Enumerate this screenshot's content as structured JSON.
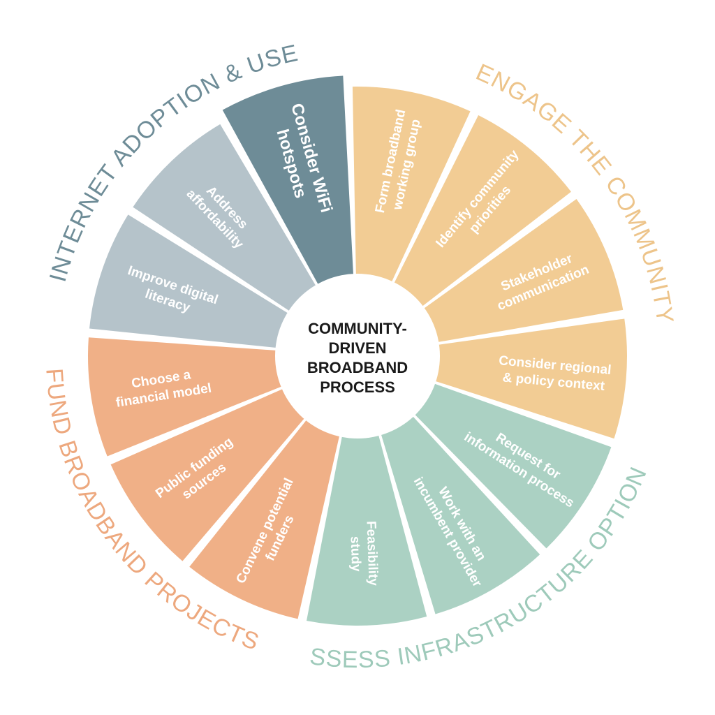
{
  "center": {
    "lines": [
      "COMMUNITY-",
      "DRIVEN",
      "BROADBAND",
      "PROCESS"
    ]
  },
  "sections": [
    {
      "title": "ENGAGE THE COMMUNITY",
      "color": "#F2CC94",
      "title_color": "#EDC48A",
      "segments": [
        {
          "lines": [
            "Form broadband",
            "working group"
          ]
        },
        {
          "lines": [
            "Identify community",
            "priorities"
          ]
        },
        {
          "lines": [
            "Stakeholder",
            "communication"
          ]
        },
        {
          "lines": [
            "Consider regional",
            "& policy context"
          ]
        }
      ]
    },
    {
      "title": "ASSESS INFRASTRUCTURE OPTIONS",
      "color": "#ABD1C3",
      "title_color": "#9ECABA",
      "segments": [
        {
          "lines": [
            "Request for",
            "information process"
          ]
        },
        {
          "lines": [
            "Work with an",
            "incumbent provider"
          ]
        },
        {
          "lines": [
            "Feasibility",
            "study"
          ]
        }
      ]
    },
    {
      "title": "FUND BROADBAND PROJECTS",
      "color": "#F0B087",
      "title_color": "#EDA87E",
      "segments": [
        {
          "lines": [
            "Convene potential",
            "funders"
          ]
        },
        {
          "lines": [
            "Public funding",
            "sources"
          ]
        },
        {
          "lines": [
            "Choose a",
            "financial model"
          ]
        }
      ]
    },
    {
      "title": "INTERNET ADOPTION & USE",
      "color": "#B5C3CA",
      "title_color": "#6E8C97",
      "segments": [
        {
          "lines": [
            "Improve digital",
            "literacy"
          ]
        },
        {
          "lines": [
            "Address",
            "affordability"
          ]
        },
        {
          "lines": [
            "Consider WiFi",
            "hotspots"
          ],
          "color": "#6E8C97",
          "pop_out": true,
          "large": true
        }
      ]
    }
  ]
}
